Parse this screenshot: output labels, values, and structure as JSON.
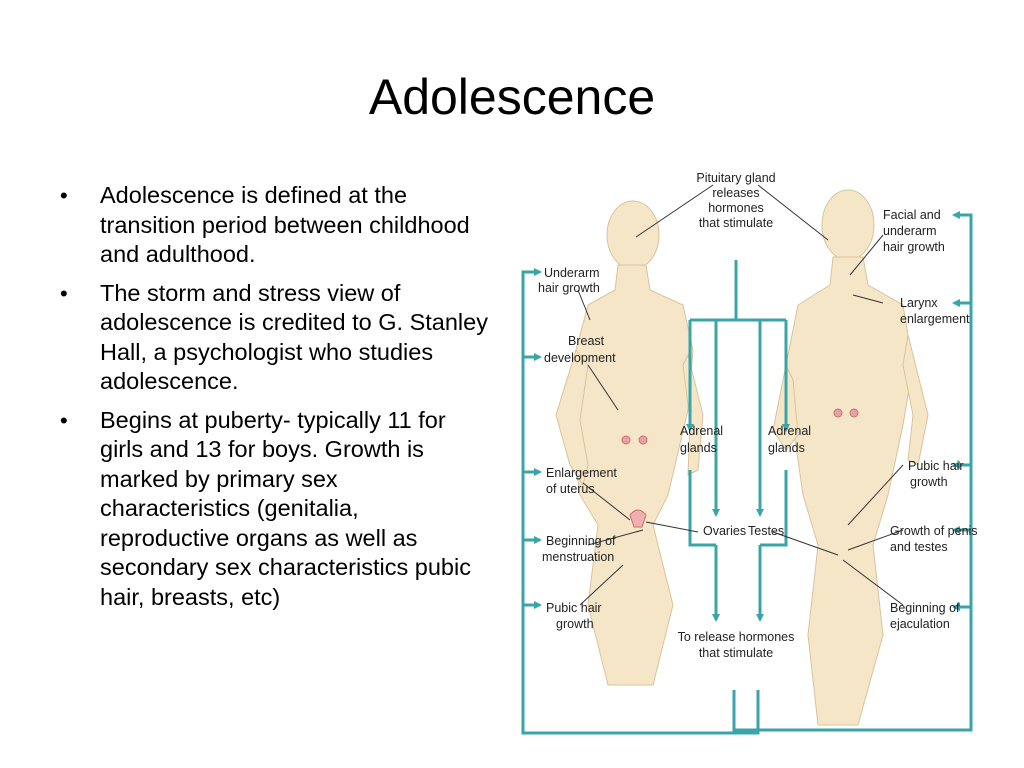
{
  "slide": {
    "title": "Adolescence",
    "bullets": [
      "Adolescence is defined at the transition period between childhood and adulthood.",
      "The storm and stress view of adolescence is credited to G. Stanley Hall, a psychologist who studies adolescence.",
      "Begins at puberty- typically 11 for girls and 13 for boys. Growth is marked by primary sex characteristics (genitalia, reproductive organs as well as secondary sex characteristics pubic hair, breasts, etc)"
    ],
    "bullet_symbol": "•"
  },
  "diagram": {
    "accent_color": "#3aa5a9",
    "skin_color": "#f6e6c8",
    "labels": {
      "pituitary": [
        "Pituitary gland",
        "releases",
        "hormones",
        "that stimulate"
      ],
      "underarm_hair": [
        "Underarm",
        "hair growth"
      ],
      "breast": [
        "Breast",
        "development"
      ],
      "adrenal_left": [
        "Adrenal",
        "glands"
      ],
      "adrenal_right": [
        "Adrenal",
        "glands"
      ],
      "uterus": [
        "Enlargement",
        "of uterus"
      ],
      "ovaries": [
        "Ovaries"
      ],
      "testes": [
        "Testes"
      ],
      "menstruation": [
        "Beginning of",
        "menstruation"
      ],
      "pubic_hair_female": [
        "Pubic hair",
        "growth"
      ],
      "release": [
        "To release hormones",
        "that stimulate"
      ],
      "facial_hair": [
        "Facial and",
        "underarm",
        "hair growth"
      ],
      "larynx": [
        "Larynx",
        "enlargement"
      ],
      "pubic_hair_male": [
        "Pubic hair",
        "growth"
      ],
      "penis_testes": [
        "Growth of penis",
        "and testes"
      ],
      "ejaculation": [
        "Beginning of",
        "ejaculation"
      ]
    }
  }
}
